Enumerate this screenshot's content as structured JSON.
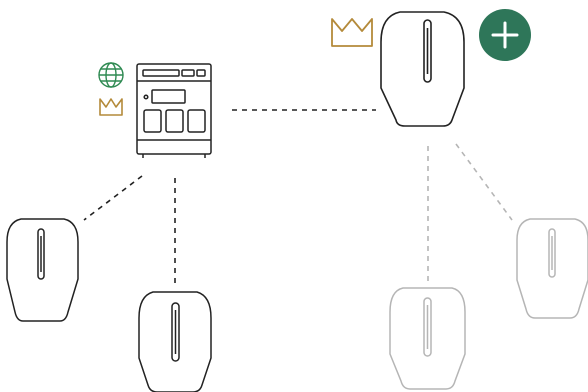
{
  "colors": {
    "background": "#ffffff",
    "stroke_active": "#222222",
    "stroke_inactive": "#b5b5b5",
    "crown": "#b48a3a",
    "globe": "#2f8a52",
    "add_button": "#2e7659",
    "add_button_icon": "#ffffff"
  },
  "icons": {
    "controller": "control-unit-icon",
    "charger": "wallbox-charger-icon",
    "crown": "crown-icon",
    "globe": "globe-icon",
    "add": "plus-icon"
  },
  "nodes": [
    {
      "id": "controller",
      "kind": "control-unit",
      "state": "active",
      "badges": [
        "globe-icon",
        "crown-icon"
      ]
    },
    {
      "id": "charger-primary",
      "kind": "wallbox",
      "state": "active",
      "badges": [
        "crown-icon",
        "plus-icon"
      ]
    },
    {
      "id": "charger-left",
      "kind": "wallbox",
      "state": "active",
      "badges": []
    },
    {
      "id": "charger-bottom-left",
      "kind": "wallbox",
      "state": "active",
      "badges": []
    },
    {
      "id": "charger-bottom-right",
      "kind": "wallbox",
      "state": "inactive",
      "badges": []
    },
    {
      "id": "charger-right",
      "kind": "wallbox",
      "state": "inactive",
      "badges": []
    }
  ],
  "connections": [
    {
      "from": "controller",
      "to": "charger-primary",
      "style": "dashed",
      "state": "active"
    },
    {
      "from": "controller",
      "to": "charger-left",
      "style": "dashed",
      "state": "active"
    },
    {
      "from": "controller",
      "to": "charger-bottom-left",
      "style": "dashed",
      "state": "active"
    },
    {
      "from": "charger-primary",
      "to": "charger-bottom-right",
      "style": "dashed",
      "state": "inactive"
    },
    {
      "from": "charger-primary",
      "to": "charger-right",
      "style": "dashed",
      "state": "inactive"
    }
  ]
}
